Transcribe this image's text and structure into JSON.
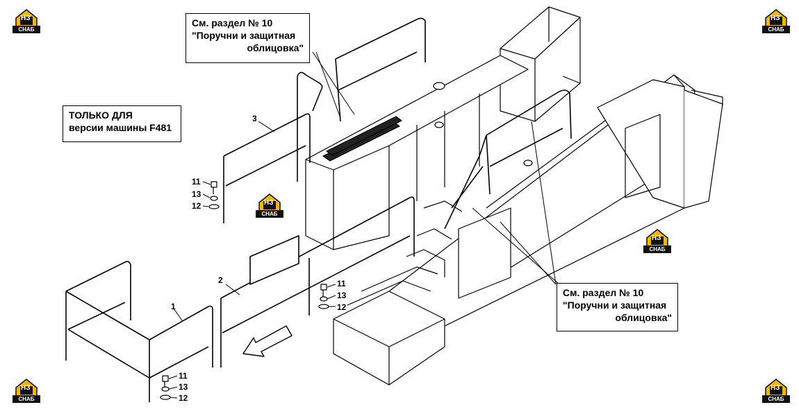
{
  "callouts": {
    "top": {
      "line1": "См. раздел № 10",
      "line2": "\"Поручни и защитная",
      "line3": "облицовка\""
    },
    "left": {
      "line1": "ТОЛЬКО ДЛЯ",
      "line2": "версии машины F481"
    },
    "right": {
      "line1": "См. раздел № 10",
      "line2": "\"Поручни и защитная",
      "line3": "облицовка\""
    }
  },
  "part_numbers": {
    "p1": "1",
    "p2": "2",
    "p3": "3",
    "g1_11": "11",
    "g1_13": "13",
    "g1_12": "12",
    "g2_11": "11",
    "g2_13": "13",
    "g2_12": "12",
    "g3_11": "11",
    "g3_13": "13",
    "g3_12": "12"
  },
  "logo": {
    "letters": "НЗ",
    "caption": "СНАБ",
    "color": "#f2b705"
  }
}
